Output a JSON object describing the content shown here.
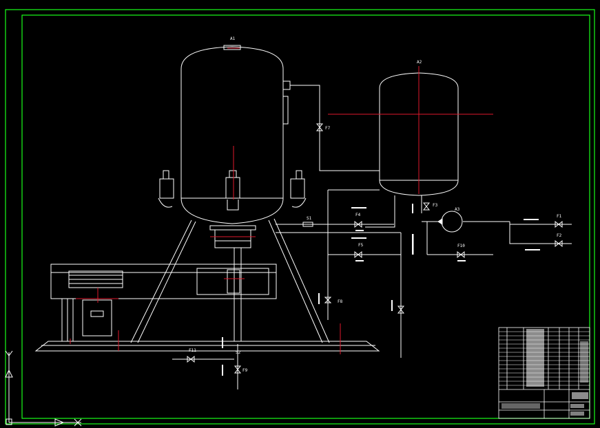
{
  "drawing": {
    "frame_color": "#19ff19",
    "line_color": "#ffffff",
    "centerline_color": "#e0192b",
    "background": "#000000"
  },
  "labels": {
    "tank_a1": "A1",
    "tank_a2": "A2",
    "pump_a3": "A3",
    "valve_f1": "F1",
    "valve_f2": "F2",
    "valve_f3": "F3",
    "valve_f4": "F4",
    "valve_f5": "F5",
    "valve_f7": "F7",
    "valve_f8": "F8",
    "valve_f9": "F9",
    "valve_f10": "F10",
    "valve_f11": "F11",
    "fitting_s1": "S1",
    "fitting_s2": "S2"
  },
  "ucs_icon": {
    "x_axis": "X",
    "y_axis": "Y"
  }
}
